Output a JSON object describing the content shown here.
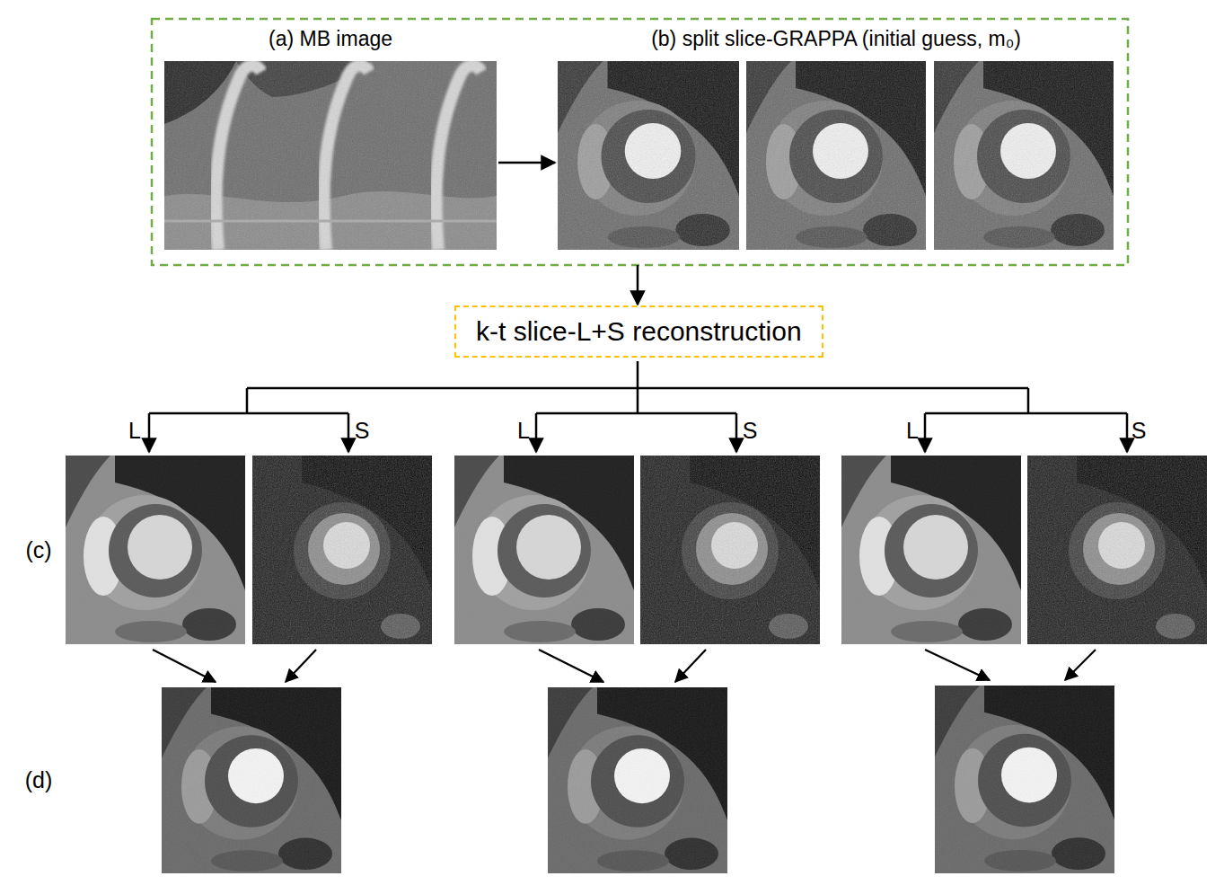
{
  "diagram": {
    "nodes": [
      {
        "text": [
          "(a) MB image"
        ]
      },
      {
        "text": [
          "(b) split slice-GRAPPA (initial guess, m₀)"
        ]
      },
      {
        "text": [
          "k-t slice-L+S reconstruction"
        ]
      }
    ],
    "edges": [
      {
        "from": 0,
        "to": 1,
        "arrow": "to"
      },
      {
        "from": 1,
        "to": 2,
        "arrow": "to"
      }
    ],
    "labels": [
      "L",
      "S",
      "L",
      "S",
      "L",
      "S",
      "(c)",
      "(d)"
    ]
  }
}
